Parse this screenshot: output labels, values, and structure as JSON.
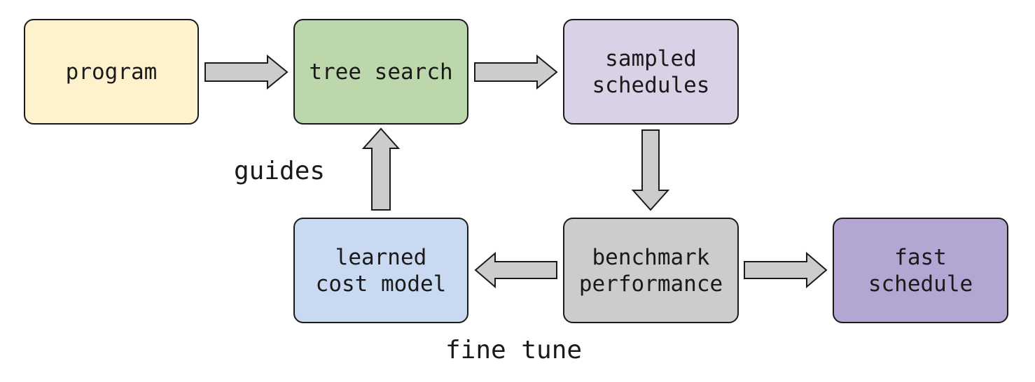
{
  "nodes": {
    "program": {
      "label": "program",
      "color": "#fdf2cc"
    },
    "tree_search": {
      "label": "tree search",
      "color": "#bdd7ac"
    },
    "sampled_schedules": {
      "label": "sampled\nschedules",
      "color": "#d9d2e7"
    },
    "benchmark_performance": {
      "label": "benchmark\nperformance",
      "color": "#cccccc"
    },
    "learned_cost_model": {
      "label": "learned\ncost model",
      "color": "#c9d9f2"
    },
    "fast_schedule": {
      "label": "fast\nschedule",
      "color": "#b3a6d3"
    }
  },
  "edge_labels": {
    "guides": "guides",
    "fine_tune": "fine tune"
  },
  "arrow_color": "#cccccc",
  "stroke_color": "#1a1a1a"
}
